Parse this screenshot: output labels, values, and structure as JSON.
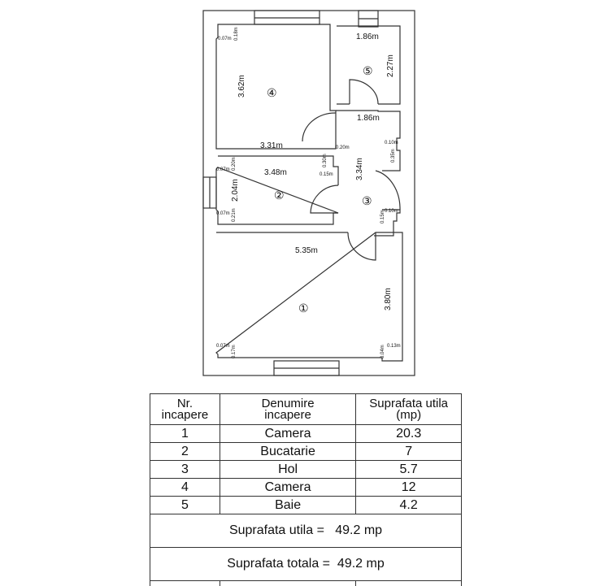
{
  "floor_plan": {
    "rooms": [
      {
        "id": 1,
        "marker": "①",
        "width_label": "5.35m",
        "height_label": "3.80m",
        "corner_labels": [
          "0.07m",
          "0.17m",
          "0.13m",
          "0.04m"
        ]
      },
      {
        "id": 2,
        "marker": "②",
        "width_label": "3.48m",
        "height_label": "2.04m",
        "corner_labels": [
          "0.07m",
          "0.20m",
          "0.07m",
          "0.21m",
          "0.30m",
          "0.15m"
        ]
      },
      {
        "id": 3,
        "marker": "③",
        "width_label": "1.86m",
        "height_label": "3.34m",
        "corner_labels": [
          "0.20m",
          "0.10m",
          "0.35m",
          "0.10m",
          "0.15m"
        ]
      },
      {
        "id": 4,
        "marker": "④",
        "width_label": "3.31m",
        "height_label": "3.62m",
        "corner_labels": [
          "0.07m",
          "0.18m"
        ]
      },
      {
        "id": 5,
        "marker": "⑤",
        "width_label": "1.86m",
        "height_label": "2.27m",
        "corner_labels": []
      }
    ]
  },
  "table": {
    "headers": [
      {
        "line1": "Nr.",
        "line2": "incapere"
      },
      {
        "line1": "Denumire",
        "line2": "incapere"
      },
      {
        "line1": "Suprafata utila",
        "line2": "(mp)"
      }
    ],
    "rows": [
      {
        "nr": "1",
        "name": "Camera",
        "area": "20.3"
      },
      {
        "nr": "2",
        "name": "Bucatarie",
        "area": "7"
      },
      {
        "nr": "3",
        "name": "Hol",
        "area": "5.7"
      },
      {
        "nr": "4",
        "name": "Camera",
        "area": "12"
      },
      {
        "nr": "5",
        "name": "Baie",
        "area": "4.2"
      }
    ],
    "summary": {
      "utila": "Suprafata utila =   49.2 mp",
      "totala": "Suprafata totala =  49.2 mp"
    }
  }
}
